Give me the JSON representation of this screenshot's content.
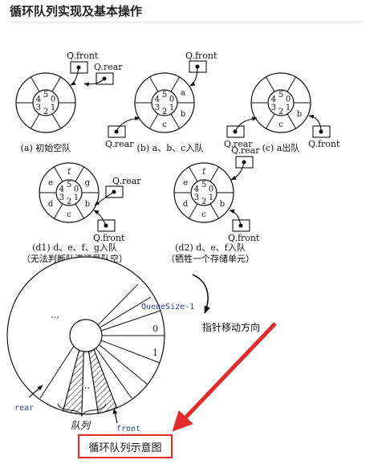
{
  "title": "循环队列实现及基本操作",
  "labels": {
    "front": "Q.front",
    "rear": "Q.rear"
  },
  "slot_indices": [
    "0",
    "1",
    "2",
    "3",
    "4",
    "5"
  ],
  "diagrams": {
    "a": {
      "caption": "(a) 初始空队",
      "contents": [
        "",
        "",
        "",
        "",
        "",
        ""
      ]
    },
    "b": {
      "caption": "(b) a、b、c入队",
      "contents": [
        "a",
        "b",
        "c",
        "",
        "",
        ""
      ]
    },
    "c": {
      "caption": "(c) a出队",
      "contents": [
        "",
        "b",
        "c",
        "",
        "",
        ""
      ]
    },
    "d1": {
      "caption": "(d1) d、e、f、g入队",
      "subcaption": "（无法判断队满还是队空）",
      "contents": [
        "g",
        "b",
        "c",
        "d",
        "e",
        "f"
      ]
    },
    "d2": {
      "caption": "(d2) d、e、f入队",
      "subcaption": "（牺牲一个存储单元）",
      "contents": [
        "",
        "b",
        "c",
        "d",
        "e",
        "f"
      ]
    }
  },
  "lower": {
    "queuesize_label": "QueueSize-1",
    "index_0": "0",
    "index_1": "1",
    "rear_label": "rear",
    "front_label": "front",
    "queue_label": "队列",
    "ellipsis": "…",
    "direction_label": "指针移动方向",
    "caption": "循环队列示意图"
  },
  "colors": {
    "annotation_red": "#e02c2c",
    "ink": "#111111",
    "pointer_label_blue": "#2a3f8f"
  }
}
